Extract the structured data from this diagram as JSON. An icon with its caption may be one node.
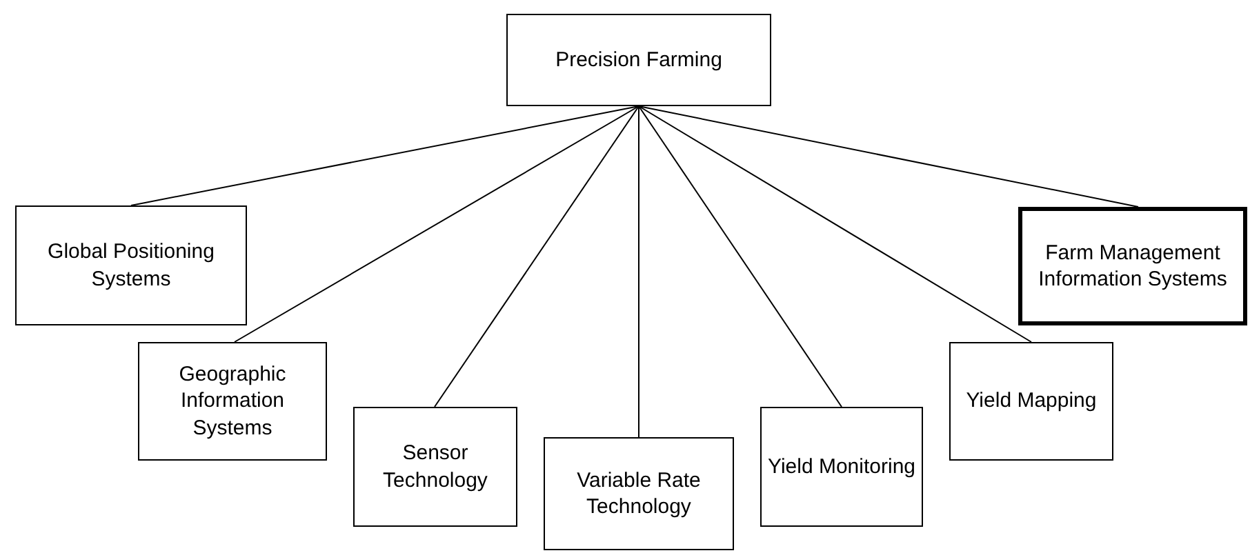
{
  "diagram": {
    "nodes": [
      {
        "text": [
          "Precision Farming"
        ]
      },
      {
        "text": [
          "Global Positioning Systems"
        ]
      },
      {
        "text": [
          "Farm Management Information Systems"
        ]
      },
      {
        "text": [
          "Geographic Information Systems"
        ]
      },
      {
        "text": [
          "Yield Mapping"
        ]
      },
      {
        "text": [
          "Sensor Technology"
        ]
      },
      {
        "text": [
          "Yield Monitoring"
        ]
      },
      {
        "text": [
          "Variable Rate Technology"
        ]
      }
    ],
    "edges": [
      {
        "from": 0,
        "to": 1,
        "arrow": "none"
      },
      {
        "from": 0,
        "to": 2,
        "arrow": "none"
      },
      {
        "from": 0,
        "to": 3,
        "arrow": "none"
      },
      {
        "from": 0,
        "to": 4,
        "arrow": "none"
      },
      {
        "from": 0,
        "to": 5,
        "arrow": "none"
      },
      {
        "from": 0,
        "to": 6,
        "arrow": "none"
      },
      {
        "from": 0,
        "to": 7,
        "arrow": "none"
      }
    ]
  }
}
